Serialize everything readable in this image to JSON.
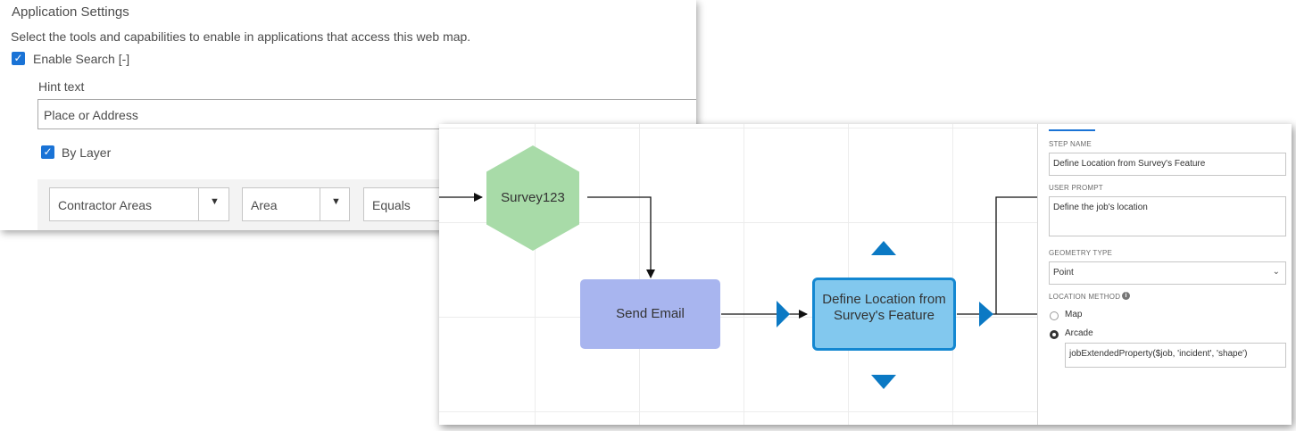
{
  "settings": {
    "title": "Application Settings",
    "description": "Select the tools and capabilities to enable in applications that access this web map.",
    "enable_search_label": "Enable Search [-]",
    "hint_label": "Hint text",
    "hint_value": "Place or Address",
    "by_layer_label": "By Layer",
    "filters": {
      "layer": "Contractor Areas",
      "field": "Area",
      "operator": "Equals"
    }
  },
  "workflow": {
    "nodes": {
      "survey": "Survey123",
      "email": "Send Email",
      "define": "Define Location from Survey's Feature"
    }
  },
  "step_panel": {
    "step_name_label": "STEP NAME",
    "step_name_value": "Define Location from Survey's Feature",
    "user_prompt_label": "USER PROMPT",
    "user_prompt_value": "Define the job's location",
    "geometry_type_label": "GEOMETRY TYPE",
    "geometry_type_value": "Point",
    "location_method_label": "LOCATION METHOD",
    "options": [
      "Map",
      "Arcade"
    ],
    "selected_option": "Arcade",
    "arcade_expression": "jobExtendedProperty($job, 'incident', 'shape')"
  },
  "colors": {
    "accent": "#1a73d6",
    "survey_node": "#a8dba8",
    "email_node": "#a8b5ef",
    "define_node": "#82c8ee",
    "define_border": "#1387d1",
    "handle": "#0b79c4"
  },
  "icons": {
    "checkbox": "check-icon",
    "dropdown": "chevron-down-icon",
    "info": "info-icon",
    "handle": "triangle-arrow-icon"
  }
}
